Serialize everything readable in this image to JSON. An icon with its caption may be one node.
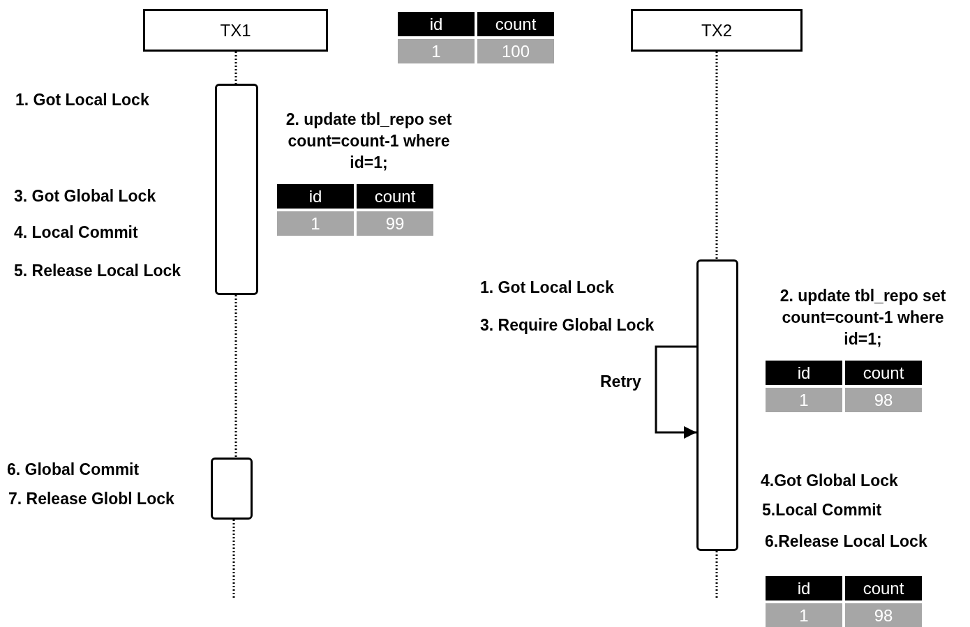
{
  "diagram": {
    "nodes": [
      {
        "text": [
          "TX1"
        ]
      },
      {
        "text": [
          "TX2"
        ]
      },
      {
        "text": [],
        "shape": "bar"
      },
      {
        "text": [],
        "shape": "bar"
      },
      {
        "text": [],
        "shape": "bar"
      }
    ],
    "edges": [
      {
        "from": 0,
        "to": 2,
        "arrow": "none",
        "style": "dashed"
      },
      {
        "from": 2,
        "to": 3,
        "arrow": "none",
        "style": "dashed"
      },
      {
        "from": 3,
        "to": null,
        "arrow": "none",
        "style": "dashed"
      },
      {
        "from": 1,
        "to": 4,
        "arrow": "none",
        "style": "dashed"
      },
      {
        "from": 4,
        "to": null,
        "arrow": "none",
        "style": "dashed"
      },
      {
        "from": 4,
        "to": 4,
        "arrow": "to",
        "label": "Retry"
      }
    ],
    "labels": [
      "id",
      "count",
      "1",
      "100",
      "1. Got Local Lock",
      "2. update tbl_repo set count=count-1 where id=1;",
      "id",
      "count",
      "1",
      "99",
      "3. Got Global Lock",
      "4. Local Commit",
      "5. Release Local Lock",
      "1. Got Local Lock",
      "2. update tbl_repo set count=count-1 where id=1;",
      "3. Require Global Lock",
      "id",
      "count",
      "1",
      "98",
      "6. Global Commit",
      "7. Release Globl Lock",
      "4.Got Global Lock",
      "5.Local Commit",
      "6.Release Local Lock",
      "id",
      "count",
      "1",
      "98"
    ]
  }
}
